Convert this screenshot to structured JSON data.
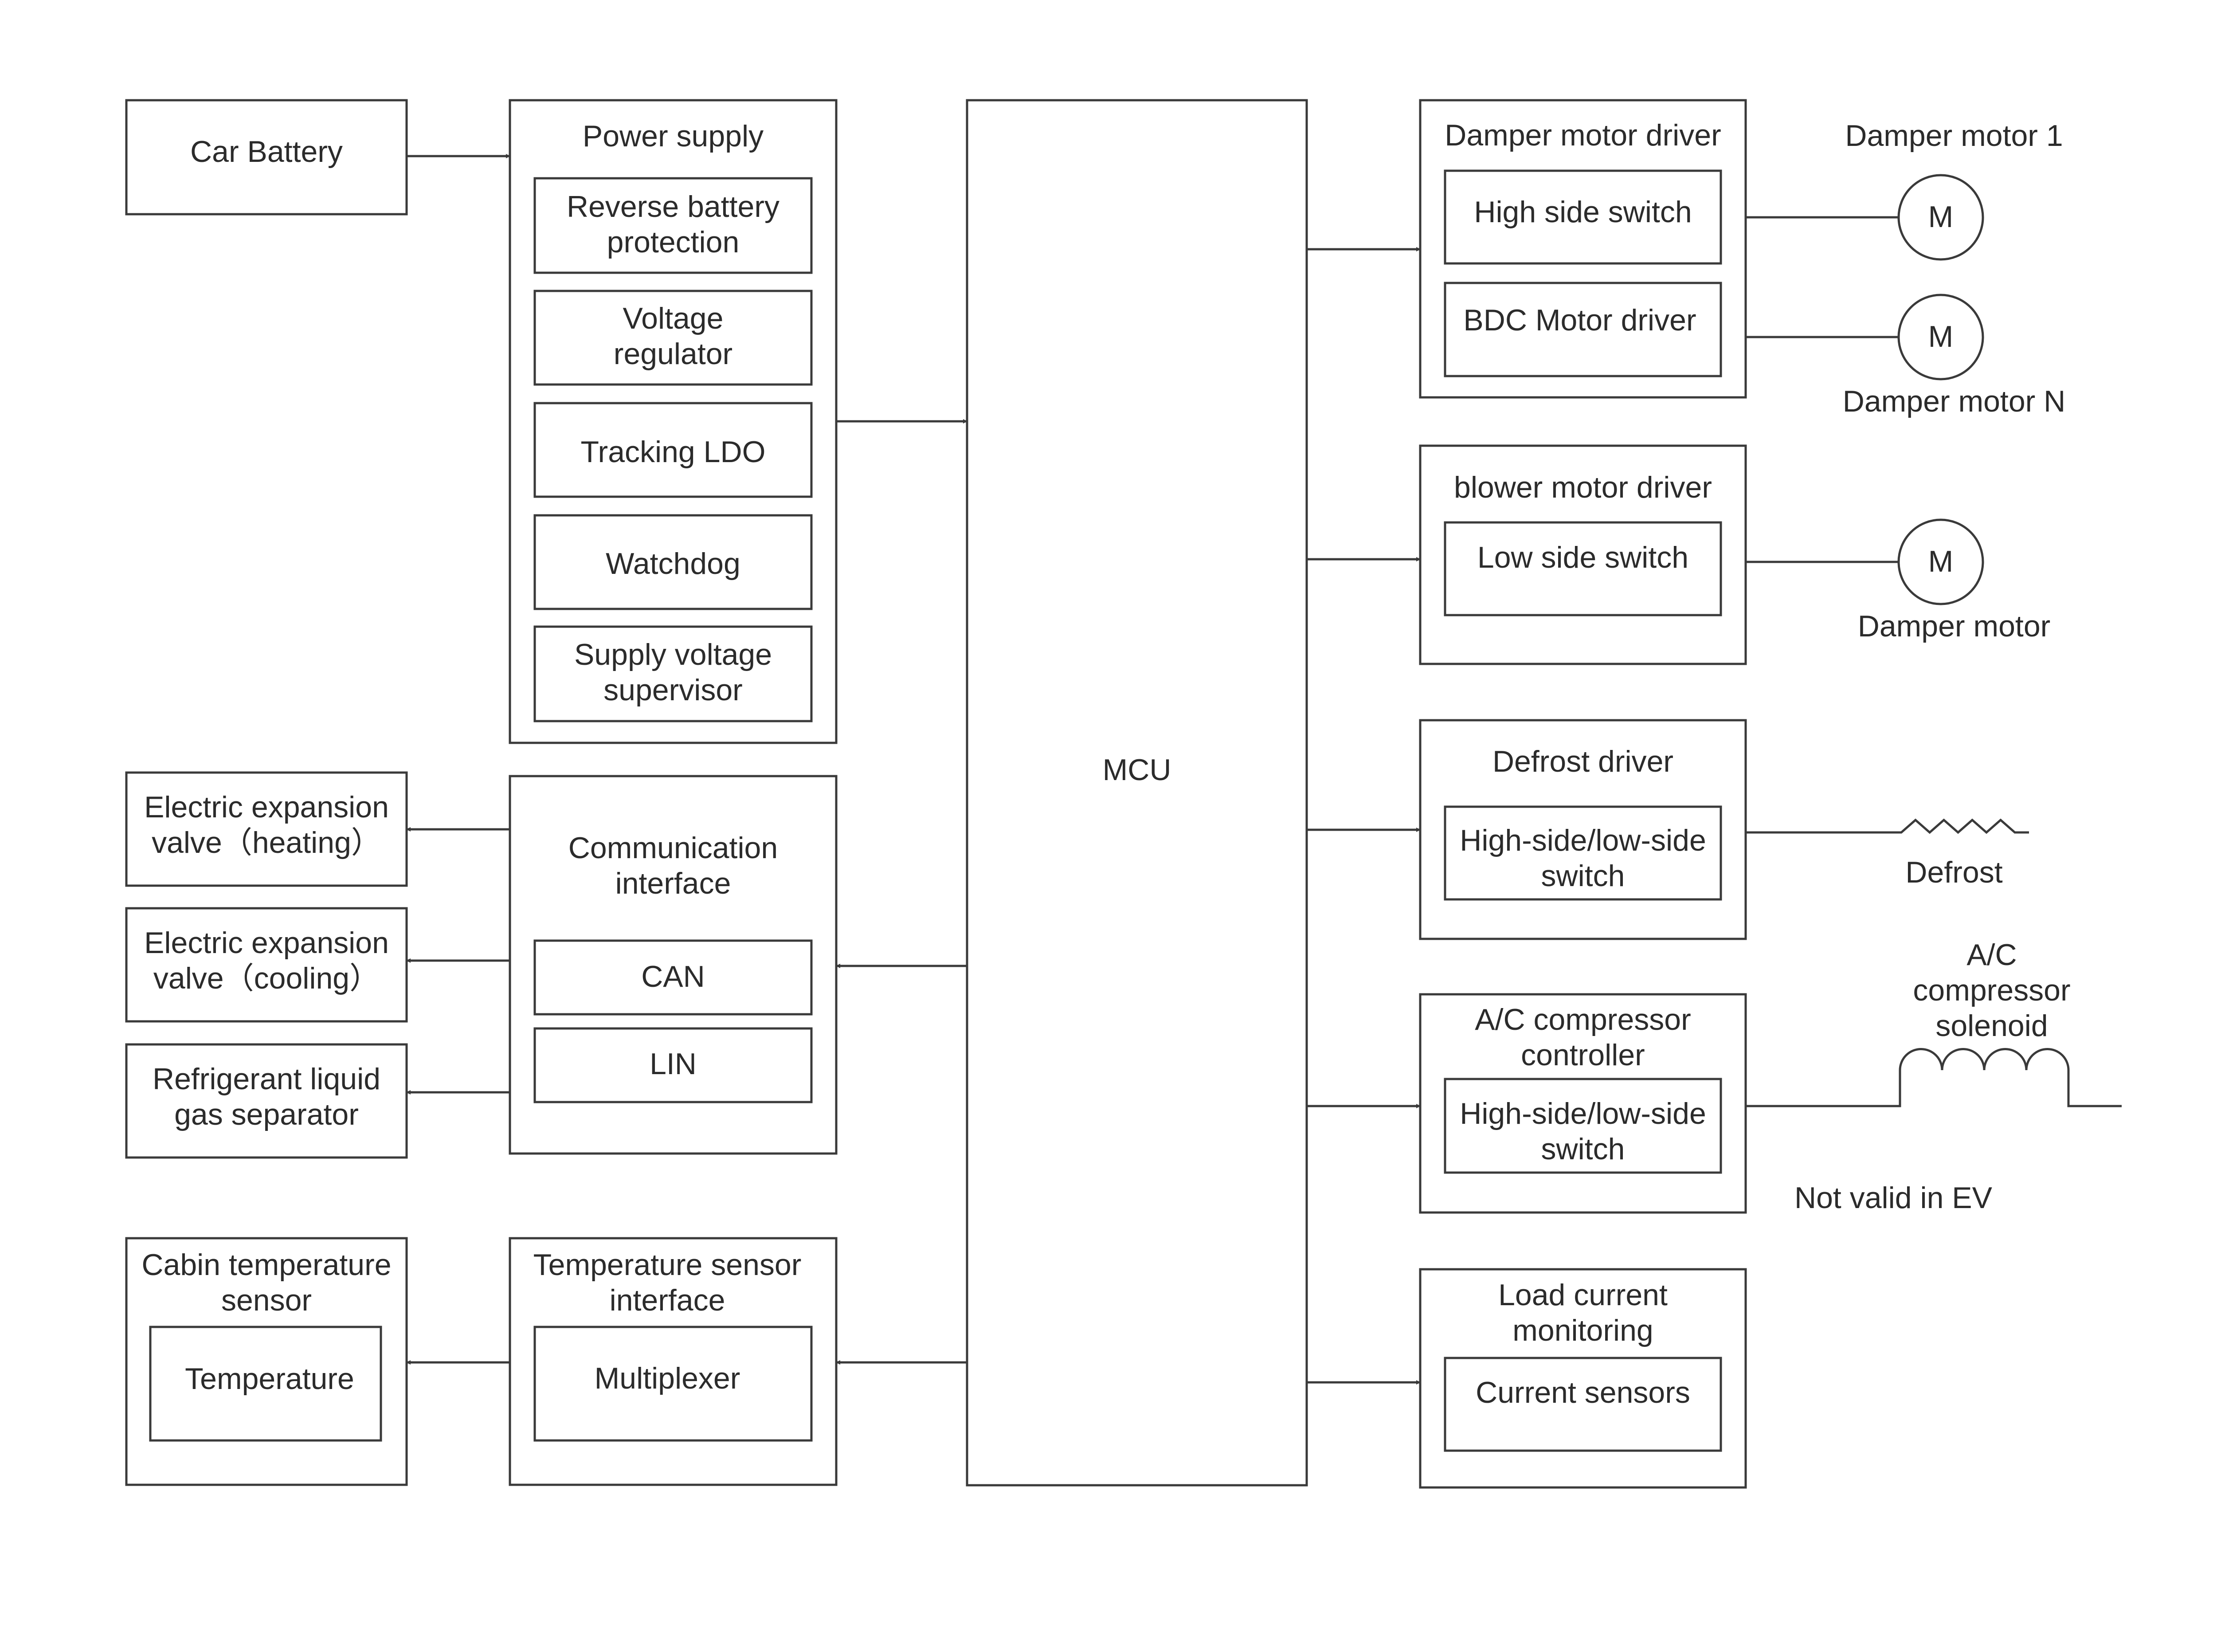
{
  "car_battery": "Car Battery",
  "power_supply": {
    "title": "Power supply",
    "items": [
      [
        "Reverse battery",
        "protection"
      ],
      [
        "Voltage",
        "regulator"
      ],
      [
        "Tracking LDO"
      ],
      [
        "Watchdog"
      ],
      [
        "Supply voltage",
        "supervisor"
      ]
    ]
  },
  "mcu": "MCU",
  "communication": {
    "title": [
      "Communication",
      "interface"
    ],
    "items": [
      "CAN",
      "LIN"
    ]
  },
  "comm_targets": [
    [
      "Electric expansion",
      "valve（heating）"
    ],
    [
      "Electric expansion",
      "valve（cooling）"
    ],
    [
      "Refrigerant liquid",
      "gas separator"
    ]
  ],
  "cabin_sensor": {
    "title": [
      "Cabin temperature",
      "sensor"
    ],
    "inner": "Temperature"
  },
  "temp_interface": {
    "title": [
      "Temperature sensor",
      "interface"
    ],
    "inner": "Multiplexer"
  },
  "damper_driver": {
    "title": "Damper motor driver",
    "items": [
      "High side switch",
      "BDC Motor driver"
    ]
  },
  "blower_driver": {
    "title": "blower motor driver",
    "inner": "Low side switch"
  },
  "defrost_driver": {
    "title": "Defrost driver",
    "inner": [
      "High-side/low-side",
      "switch"
    ]
  },
  "ac_controller": {
    "title": [
      "A/C compressor",
      "controller"
    ],
    "inner": [
      "High-side/low-side",
      "switch"
    ]
  },
  "load_monitor": {
    "title": [
      "Load current",
      "monitoring"
    ],
    "inner": "Current sensors"
  },
  "motor_symbol": "M",
  "loads": {
    "damper_motor_1": "Damper motor 1",
    "damper_motor_n": "Damper motor N",
    "blower_motor": "Damper motor",
    "defrost": "Defrost",
    "ac_solenoid": [
      "A/C",
      "compressor",
      "solenoid"
    ],
    "not_valid": "Not valid in EV"
  }
}
